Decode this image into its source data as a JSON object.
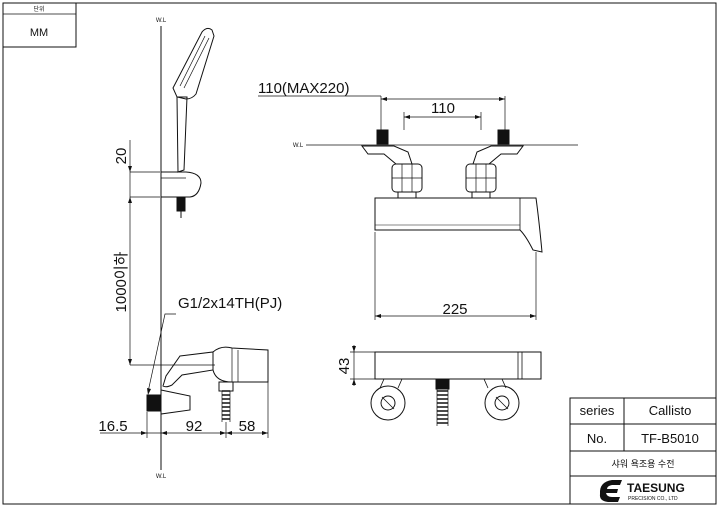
{
  "unit_box": {
    "label": "단위",
    "value": "MM"
  },
  "wall_label": "W.L",
  "dimensions": {
    "handle_offset": "20",
    "length": "1000이하",
    "thread": "G1/2x14TH(PJ)",
    "d16": "16.5",
    "d92": "92",
    "d58": "58",
    "d110max": "110(MAX220)",
    "d110": "110",
    "d225": "225",
    "d43": "43"
  },
  "title_block": {
    "series_label": "series",
    "series_value": "Callisto",
    "no_label": "No.",
    "no_value": "TF-B5010",
    "description": "샤워 욕조용 수전",
    "brand": "TAESUNG",
    "brand_sub": "PRECISION CO., LTD"
  }
}
